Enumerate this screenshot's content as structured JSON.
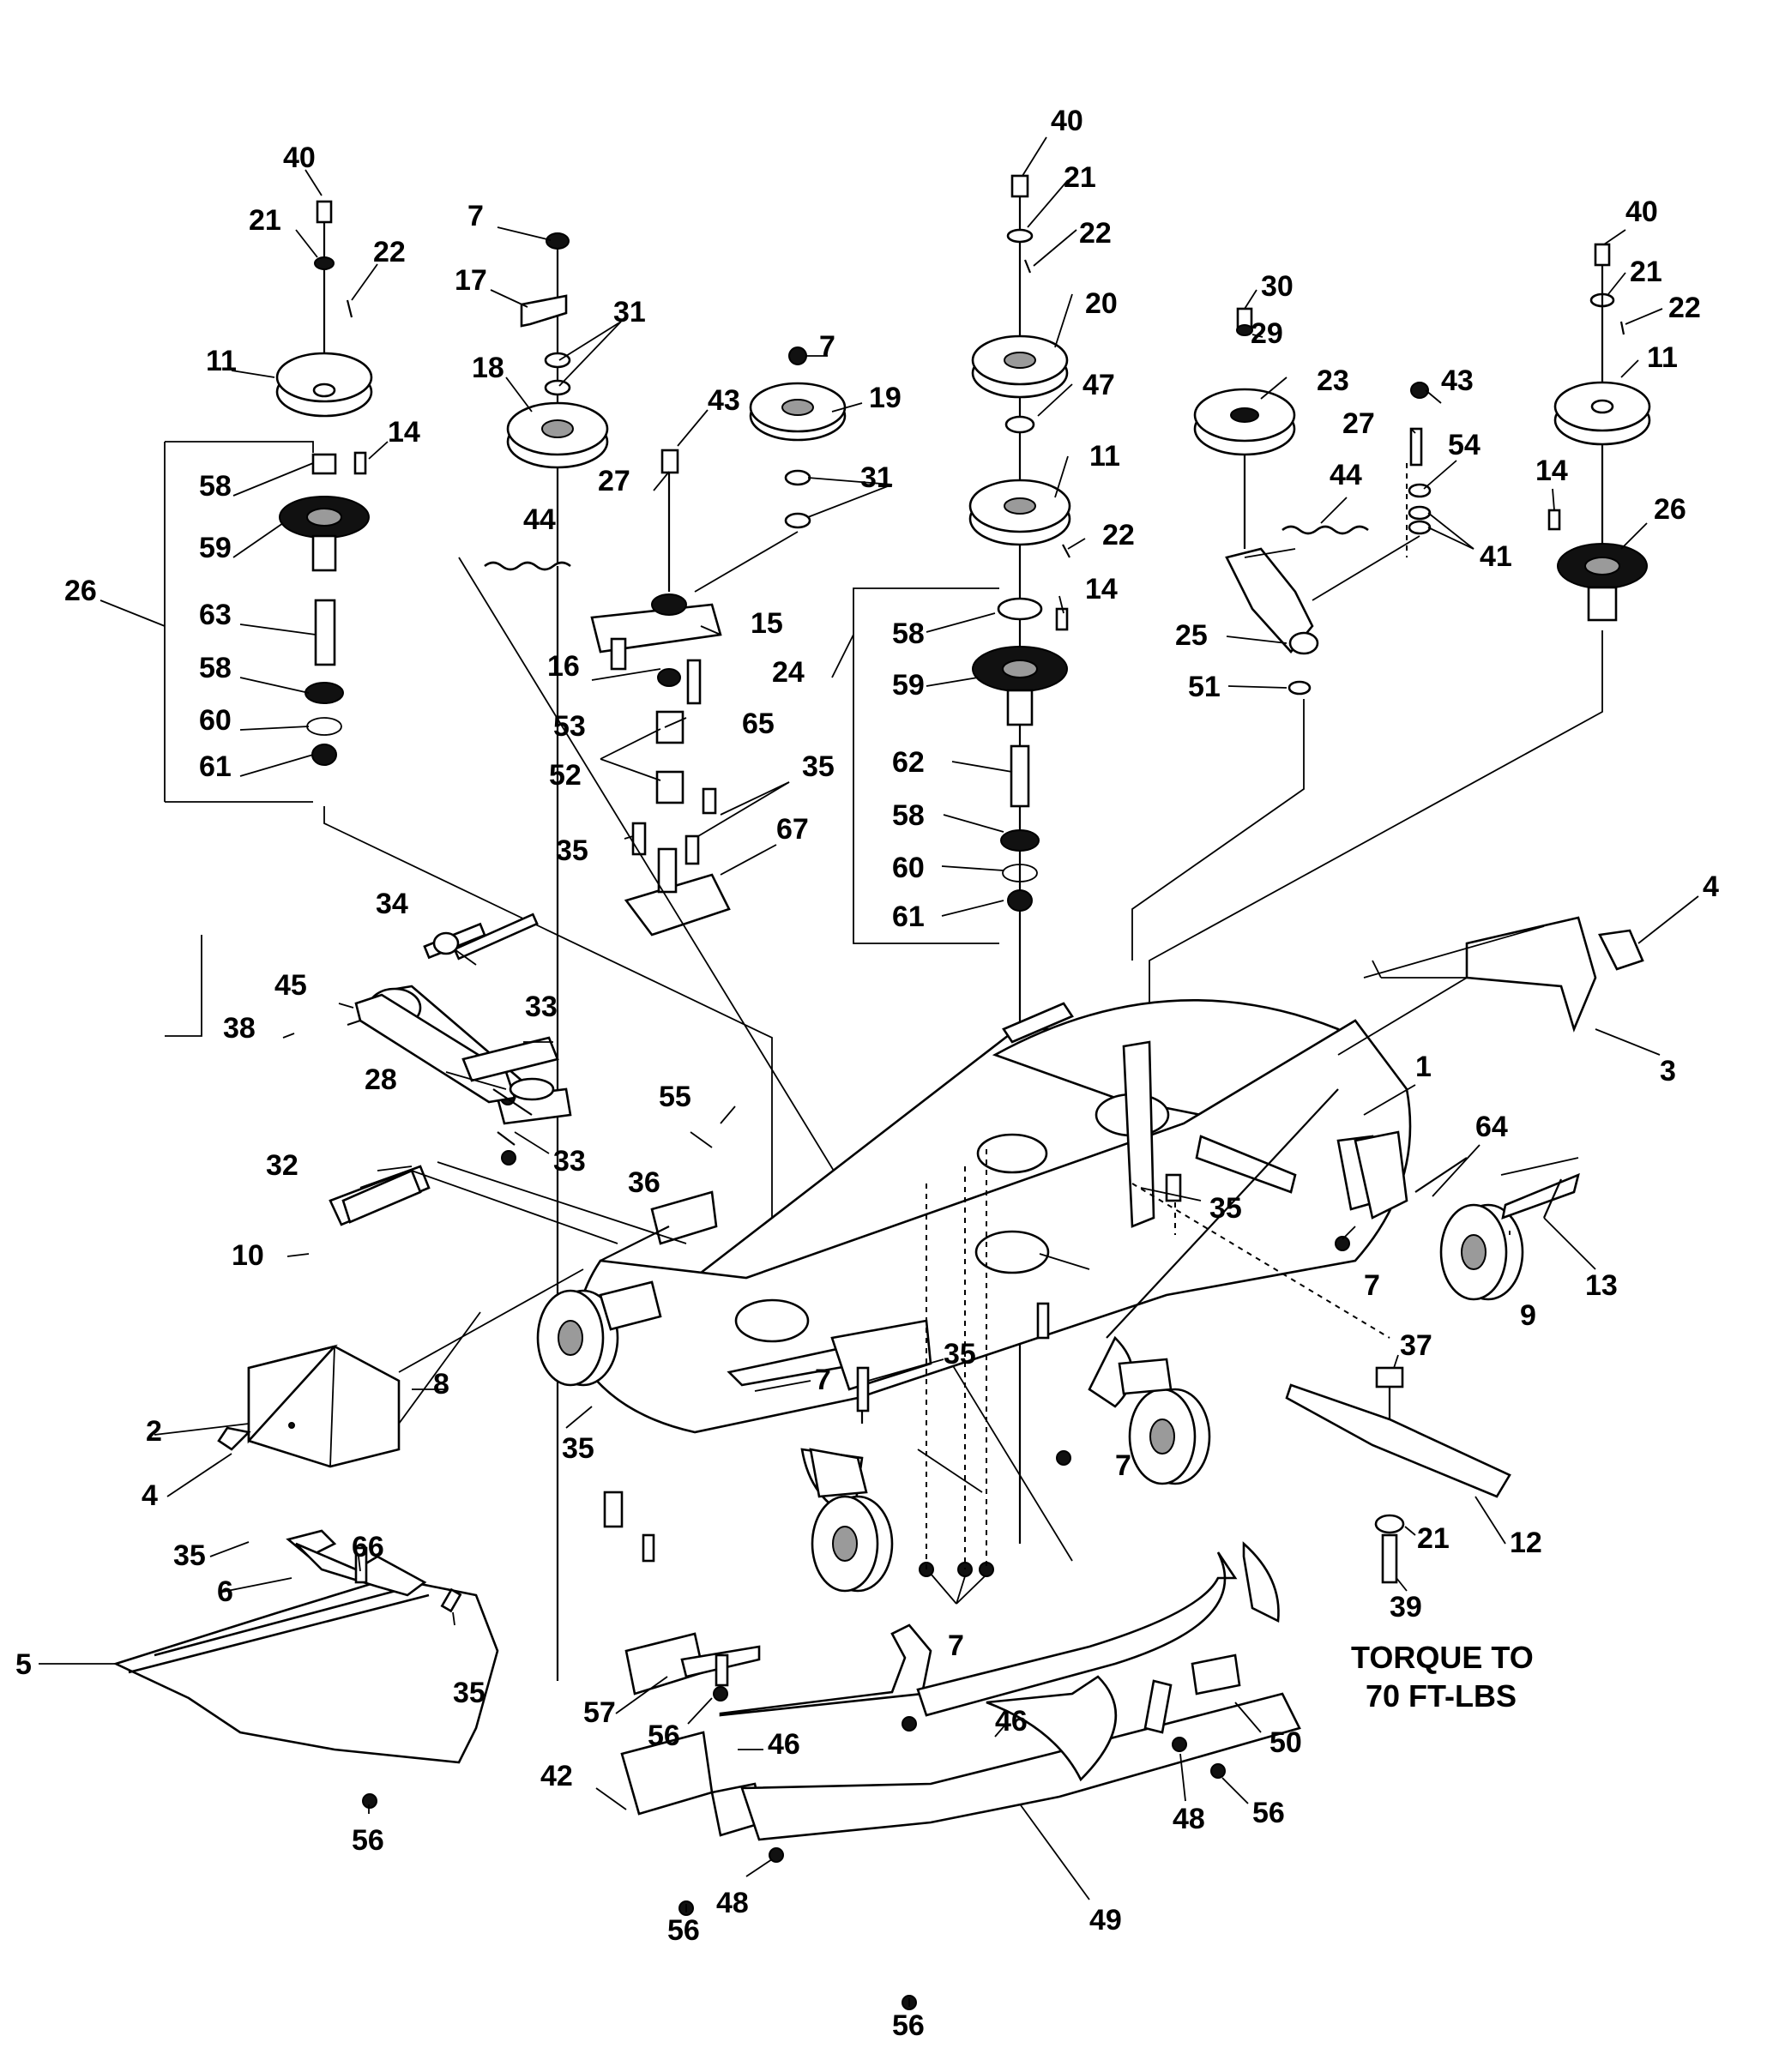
{
  "labels": [
    {
      "id": "40"
    },
    {
      "id": "21"
    },
    {
      "id": "22"
    },
    {
      "id": "11"
    },
    {
      "id": "14"
    },
    {
      "id": "58"
    },
    {
      "id": "59"
    },
    {
      "id": "26"
    },
    {
      "id": "63"
    },
    {
      "id": "58"
    },
    {
      "id": "60"
    },
    {
      "id": "61"
    },
    {
      "id": "7"
    },
    {
      "id": "17"
    },
    {
      "id": "31"
    },
    {
      "id": "18"
    },
    {
      "id": "44"
    },
    {
      "id": "16"
    },
    {
      "id": "7"
    },
    {
      "id": "19"
    },
    {
      "id": "43"
    },
    {
      "id": "27"
    },
    {
      "id": "31"
    },
    {
      "id": "15"
    },
    {
      "id": "53"
    },
    {
      "id": "65"
    },
    {
      "id": "52"
    },
    {
      "id": "35"
    },
    {
      "id": "35"
    },
    {
      "id": "67"
    },
    {
      "id": "40"
    },
    {
      "id": "21"
    },
    {
      "id": "22"
    },
    {
      "id": "20"
    },
    {
      "id": "47"
    },
    {
      "id": "11"
    },
    {
      "id": "22"
    },
    {
      "id": "14"
    },
    {
      "id": "58"
    },
    {
      "id": "24"
    },
    {
      "id": "59"
    },
    {
      "id": "62"
    },
    {
      "id": "58"
    },
    {
      "id": "60"
    },
    {
      "id": "61"
    },
    {
      "id": "30"
    },
    {
      "id": "29"
    },
    {
      "id": "23"
    },
    {
      "id": "43"
    },
    {
      "id": "27"
    },
    {
      "id": "54"
    },
    {
      "id": "44"
    },
    {
      "id": "41"
    },
    {
      "id": "25"
    },
    {
      "id": "51"
    },
    {
      "id": "40"
    },
    {
      "id": "21"
    },
    {
      "id": "22"
    },
    {
      "id": "11"
    },
    {
      "id": "14"
    },
    {
      "id": "26"
    },
    {
      "id": "4"
    },
    {
      "id": "3"
    },
    {
      "id": "1"
    },
    {
      "id": "64"
    },
    {
      "id": "35"
    },
    {
      "id": "7"
    },
    {
      "id": "13"
    },
    {
      "id": "9"
    },
    {
      "id": "34"
    },
    {
      "id": "45"
    },
    {
      "id": "38"
    },
    {
      "id": "33"
    },
    {
      "id": "28"
    },
    {
      "id": "33"
    },
    {
      "id": "55"
    },
    {
      "id": "32"
    },
    {
      "id": "36"
    },
    {
      "id": "10"
    },
    {
      "id": "8"
    },
    {
      "id": "35"
    },
    {
      "id": "7"
    },
    {
      "id": "2"
    },
    {
      "id": "35"
    },
    {
      "id": "4"
    },
    {
      "id": "37"
    },
    {
      "id": "12"
    },
    {
      "id": "21"
    },
    {
      "id": "39"
    },
    {
      "id": "7"
    },
    {
      "id": "35"
    },
    {
      "id": "66"
    },
    {
      "id": "6"
    },
    {
      "id": "5"
    },
    {
      "id": "35"
    },
    {
      "id": "56"
    },
    {
      "id": "57"
    },
    {
      "id": "56"
    },
    {
      "id": "7"
    },
    {
      "id": "46"
    },
    {
      "id": "42"
    },
    {
      "id": "46"
    },
    {
      "id": "50"
    },
    {
      "id": "48"
    },
    {
      "id": "56"
    },
    {
      "id": "56"
    },
    {
      "id": "48"
    },
    {
      "id": "49"
    },
    {
      "id": "56"
    }
  ],
  "note": {
    "line1": "TORQUE TO",
    "line2": "70 FT-LBS"
  }
}
